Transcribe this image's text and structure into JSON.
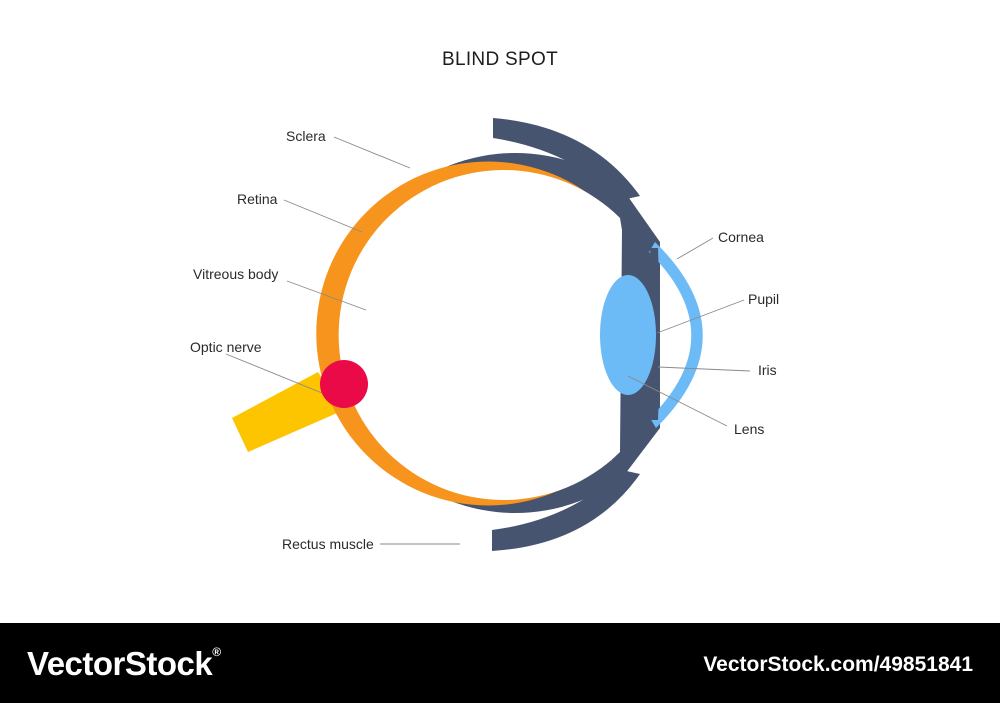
{
  "title": "BLIND SPOT",
  "labels": {
    "sclera": "Sclera",
    "retina": "Retina",
    "vitreous_body": "Vitreous body",
    "optic_nerve": "Optic nerve",
    "rectus_muscle": "Rectus muscle",
    "cornea": "Cornea",
    "pupil": "Pupil",
    "iris": "Iris",
    "lens": "Lens"
  },
  "footer": {
    "brand": "VectorStock",
    "registered_mark": "®",
    "image_id": "VectorStock.com/49851841"
  },
  "colors": {
    "sclera": "#46546f",
    "retina": "#f7941d",
    "cornea": "#6cbbf7",
    "lens": "#6cbbf7",
    "optic_nerve": "#fdc500",
    "blind_spot": "#ea0a47",
    "footer_bg": "#000000"
  }
}
